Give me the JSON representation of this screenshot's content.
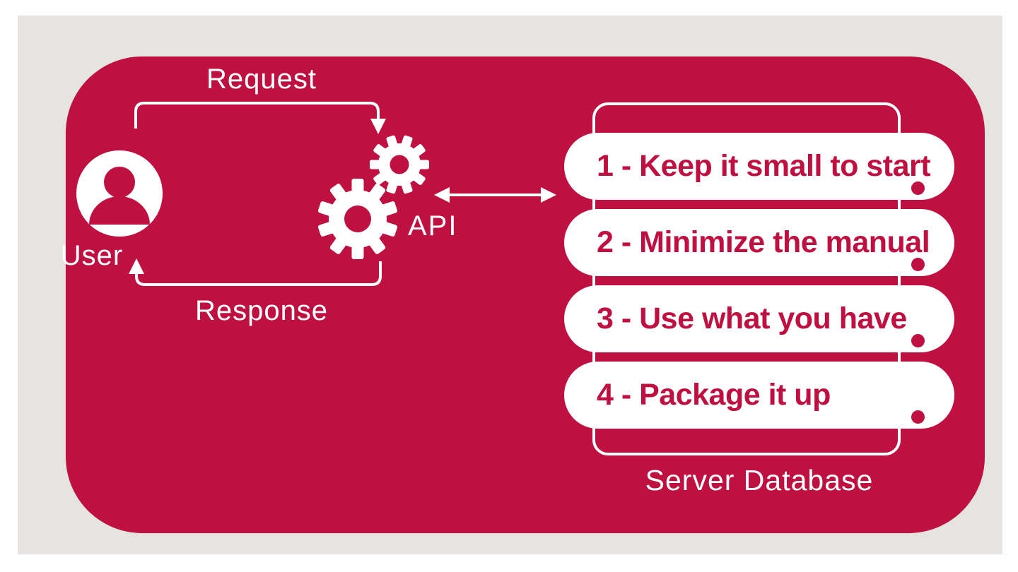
{
  "diagram": {
    "labels": {
      "request": "Request",
      "response": "Response",
      "user": "User",
      "api": "API",
      "server_database": "Server Database"
    },
    "server": {
      "items": [
        {
          "label": "1 - Keep it small to start"
        },
        {
          "label": "2 - Minimize the manual"
        },
        {
          "label": "3 - Use what you have"
        },
        {
          "label": "4 - Package it up"
        }
      ]
    },
    "colors": {
      "crimson": "#BE1141",
      "background_gray": "#E6E4E1",
      "white": "#FFFFFF"
    }
  }
}
